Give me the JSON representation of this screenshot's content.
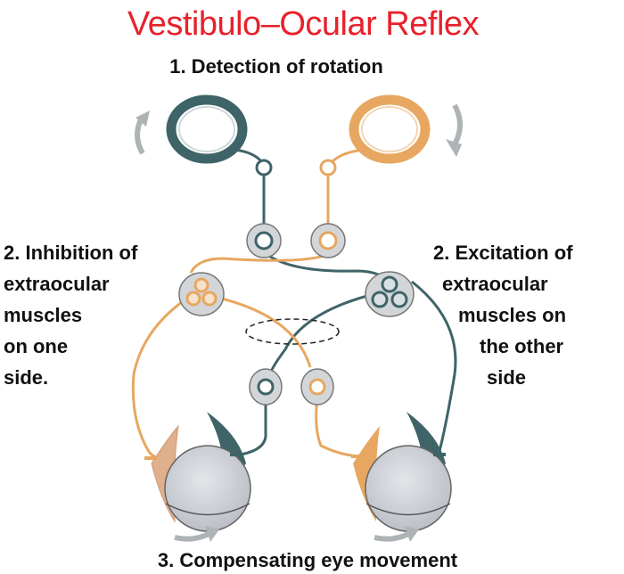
{
  "title": "Vestibulo–Ocular Reflex",
  "step1": "1. Detection of rotation",
  "left_text": [
    "2. Inhibition of",
    "extraocular",
    "muscles",
    "on one",
    "side."
  ],
  "right_text": [
    "2. Excitation of",
    "extraocular",
    "muscles on",
    "the other",
    "side"
  ],
  "step3": "3. Compensating eye movement",
  "colors": {
    "title": "#e8212a",
    "teal": "#3f6468",
    "orange": "#e7a760",
    "neuron_fill": "#d3d6d9",
    "eye_fill": "#d4d6dc"
  }
}
